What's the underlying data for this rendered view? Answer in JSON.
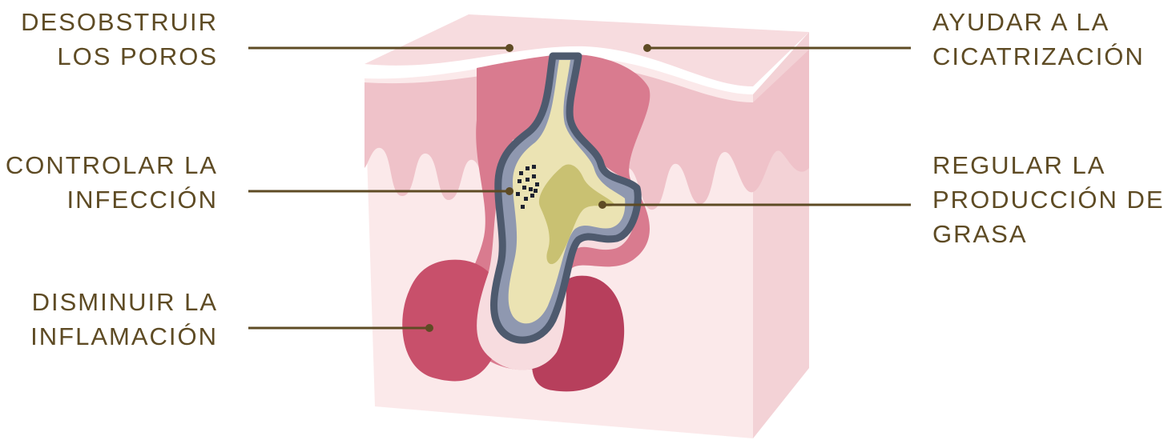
{
  "colors": {
    "label_text": "#5e4b24",
    "leader_line": "#5e4b24",
    "skin_surface": "#f7dcdf",
    "skin_light": "#fbe9ea",
    "skin_side": "#f3d2d6",
    "dermis": "#efc2c9",
    "pore_wall": "#d97b8f",
    "inflamed": "#c8506b",
    "inflamed_dark": "#b73f5c",
    "follicle_outline": "#4e5a6e",
    "follicle_fill": "#8f98b0",
    "sebum": "#ebe3b3",
    "sebum_dark": "#c9c172",
    "bacteria": "#1e2230"
  },
  "icons": {
    "skin_cross_section": "skin-cross-section-illustration",
    "callout_dot": "leader-dot"
  },
  "labels": {
    "desobstruir": {
      "lines": [
        "DESOBSTRUIR",
        "LOS POROS"
      ]
    },
    "controlar": {
      "lines": [
        "CONTROLAR LA",
        "INFECCIÓN"
      ]
    },
    "disminuir": {
      "lines": [
        "DISMINUIR LA",
        "INFLAMACIÓN"
      ]
    },
    "ayudar": {
      "lines": [
        "AYUDAR A LA",
        "CICATRIZACIÓN"
      ]
    },
    "regular": {
      "lines": [
        "REGULAR LA",
        "PRODUCCIÓN DE",
        "GRASA"
      ]
    }
  }
}
